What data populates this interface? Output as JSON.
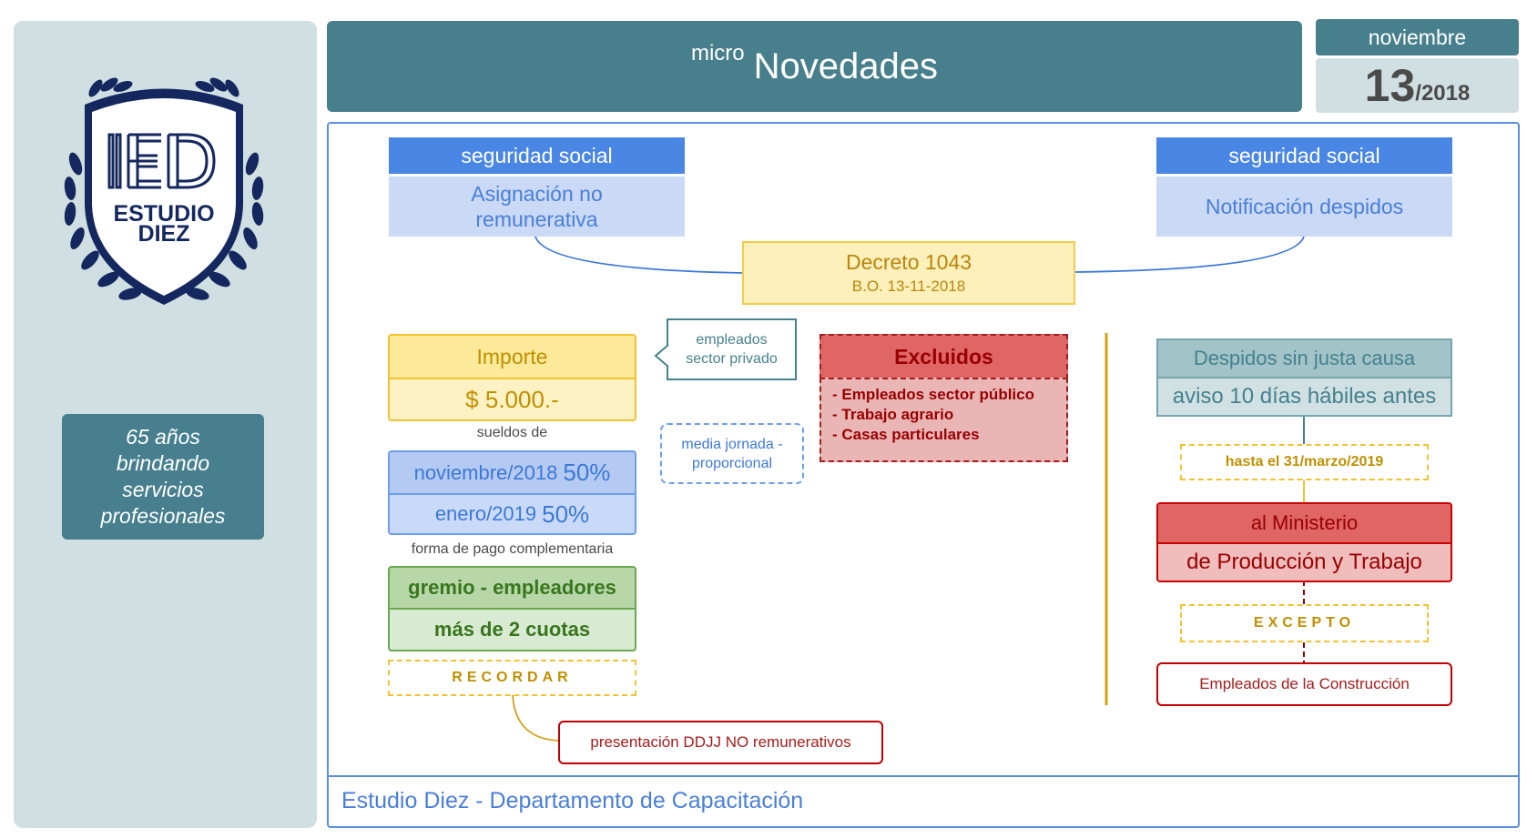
{
  "logo": {
    "line1": "ESTUDIO",
    "line2": "DIEZ"
  },
  "sidebar": {
    "tagline": [
      "65 años",
      "brindando",
      "servicios",
      "profesionales"
    ]
  },
  "header": {
    "prefix": "micro",
    "title": "Novedades"
  },
  "date": {
    "month": "noviembre",
    "day": "13",
    "year": "/2018"
  },
  "left_card": {
    "label": "seguridad social",
    "title": "Asignación no remunerativa"
  },
  "right_card": {
    "label": "seguridad social",
    "title": "Notificación despidos"
  },
  "decree": {
    "title": "Decreto 1043",
    "subtitle": "B.O. 13-11-2018"
  },
  "importe": {
    "head": "Importe",
    "value": "$ 5.000.-"
  },
  "employees_note": {
    "line1": "empleados",
    "line2": "sector privado"
  },
  "sueldos_label": "sueldos de",
  "half_time_note": {
    "line1": "media jornada -",
    "line2": "proporcional"
  },
  "payments": [
    {
      "period": "noviembre/2018",
      "pct": "50%"
    },
    {
      "period": "enero/2019",
      "pct": "50%"
    }
  ],
  "payment_form_label": "forma de pago complementaria",
  "gremio": {
    "head": "gremio - empleadores",
    "body": "más de 2 cuotas"
  },
  "recordar": "RECORDAR",
  "ddjj": "presentación DDJJ NO remunerativos",
  "excluidos": {
    "head": "Excluidos",
    "items": [
      "- Empleados sector público",
      "- Trabajo agrario",
      "- Casas particulares"
    ]
  },
  "despidos": {
    "head": "Despidos sin justa causa",
    "body": "aviso 10 días hábiles antes"
  },
  "deadline": "hasta el 31/marzo/2019",
  "ministerio": {
    "head": "al Ministerio",
    "body": "de Producción y Trabajo"
  },
  "excepto": "EXCEPTO",
  "construccion": "Empleados de la Construcción",
  "footer": "Estudio Diez - Departamento de Capacitación",
  "colors": {
    "brand_teal": "#487f8d",
    "accent_blue": "#4a86e4",
    "sidebar": "#d0dfe1"
  }
}
